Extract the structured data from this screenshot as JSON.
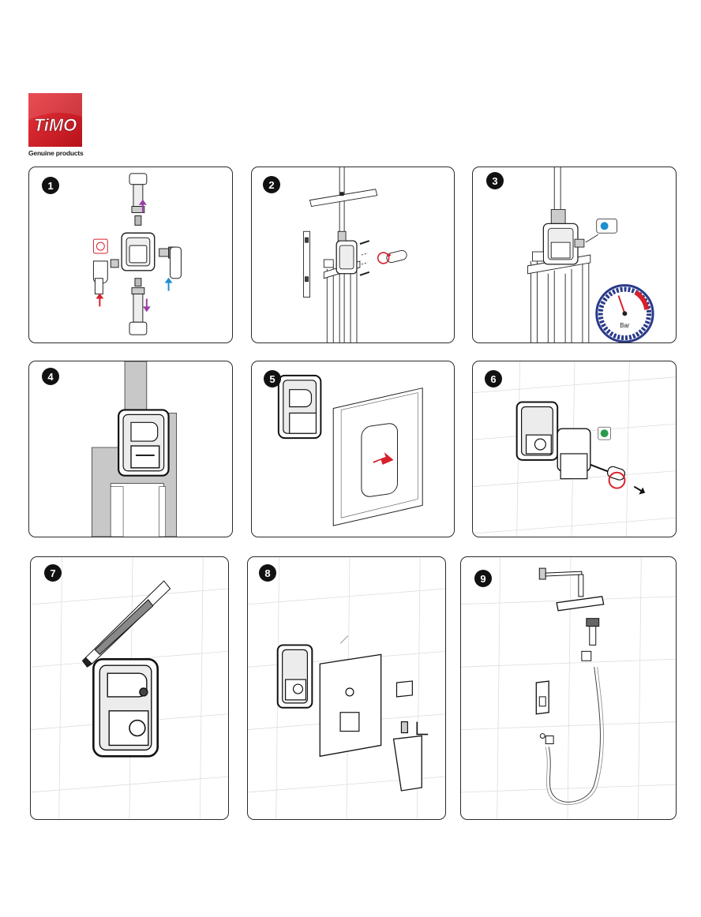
{
  "brand": {
    "name": "TiMO",
    "tagline": "Genuine products",
    "color": "#d6212b"
  },
  "gauge": {
    "unit": "Bar"
  },
  "steps": [
    {
      "number": "1"
    },
    {
      "number": "2"
    },
    {
      "number": "3"
    },
    {
      "number": "4"
    },
    {
      "number": "5"
    },
    {
      "number": "6"
    },
    {
      "number": "7"
    },
    {
      "number": "8"
    },
    {
      "number": "9"
    }
  ]
}
